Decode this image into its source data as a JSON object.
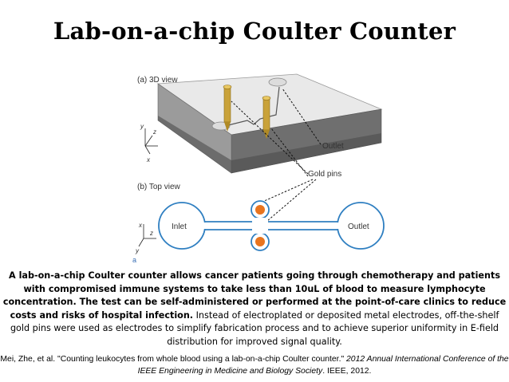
{
  "slide": {
    "title": "Lab-on-a-chip Coulter Counter"
  },
  "figure": {
    "panel_a_label": "(a) 3D view",
    "panel_b_label": "(b) Top view",
    "outlet_callout": "Outlet",
    "gold_pins_callout": "Gold pins",
    "inlet_label": "Inlet",
    "outlet_label": "Outlet",
    "axis_x": "x",
    "axis_y": "y",
    "axis_z": "z",
    "corner_mark": "a",
    "colors": {
      "chip_top": "#e6e6e6",
      "chip_body": "#6a6a6a",
      "channel": "#2f7fc1",
      "pin": "#d4a93a",
      "pin_dot": "#e8741e"
    }
  },
  "caption": {
    "part1": "A lab-on-a-chip Coulter counter allows cancer patients going through chemotherapy and patients with compromised immune systems to take less than 10uL of blood to measure lymphocyte concentration. The test can be self-administered or performed at the point-of-care clinics to reduce costs and risks of hospital infection.",
    "part2": " Instead of electroplated or deposited metal electrodes, off-the-shelf gold pins were used as electrodes to simplify fabrication process and to achieve superior uniformity in E-field distribution for improved signal quality."
  },
  "citation": {
    "part1": "Mei, Zhe, et al. \"Counting leukocytes from whole blood using a lab-on-a-chip Coulter counter.\" ",
    "venue": "2012 Annual International Conference of the IEEE Engineering in Medicine and Biology Society",
    "part2": ". IEEE, 2012."
  }
}
